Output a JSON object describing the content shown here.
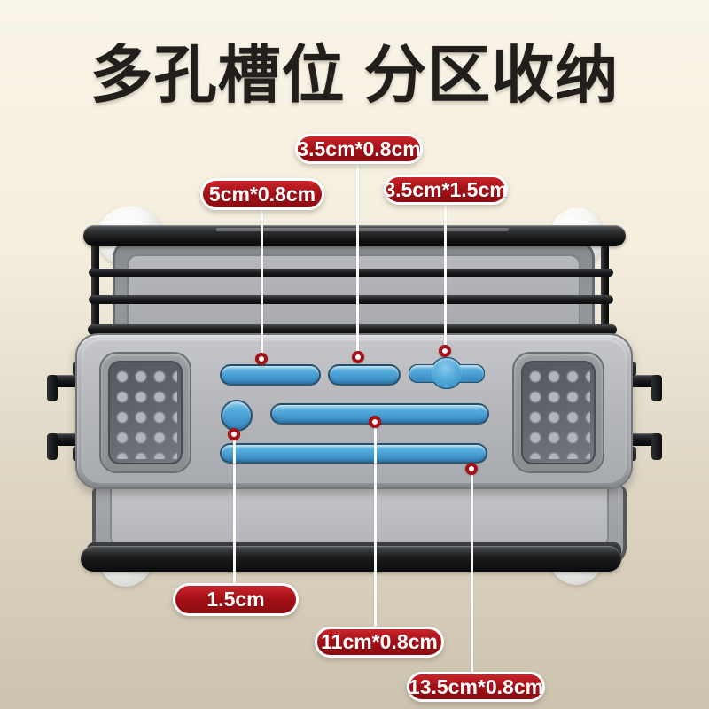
{
  "title": "多孔槽位 分区收纳",
  "callouts": [
    {
      "name": "top-middle-slot",
      "label": "3.5cm*0.8cm"
    },
    {
      "name": "top-left-slot",
      "label": "5cm*0.8cm"
    },
    {
      "name": "top-right-slot",
      "label": "3.5cm*1.5cm"
    },
    {
      "name": "round-hole",
      "label": "1.5cm"
    },
    {
      "name": "middle-slot",
      "label": "11cm*0.8cm"
    },
    {
      "name": "bottom-slot",
      "label": "13.5cm*0.8cm"
    }
  ],
  "colors": {
    "badge_red": "#a31016",
    "slot_blue": "#4ea6d9",
    "title_color": "#211e1c",
    "background_top": "#f9f4e8",
    "background_bottom": "#ccc3af"
  }
}
